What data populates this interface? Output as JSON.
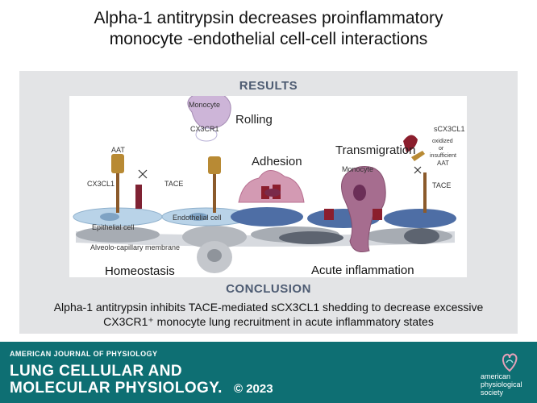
{
  "title": {
    "line1": "Alpha-1 antitrypsin decreases proinflammatory",
    "line2": "monocyte -endothelial cell-cell interactions"
  },
  "results_label": "RESULTS",
  "figure": {
    "monocyte_top": "Monocyte",
    "cx3cr1": "CX3CR1",
    "rolling": "Rolling",
    "aat": "AAT",
    "cx3cl1": "CX3CL1",
    "tace": "TACE",
    "adhesion": "Adhesion",
    "transmigration": "Transmigration",
    "scx3cl1": "sCX3CL1",
    "oxidized": "oxidized",
    "or": "or",
    "insufficient": "insufficient",
    "aat2": "AAT",
    "monocyte_mid": "Monocyte",
    "tace2": "TACE",
    "epithelial": "Epithelial cell",
    "endothelial": "Endothelial cell",
    "membrane": "Alveolo-capillary membrane"
  },
  "captions": {
    "homeostasis": "Homeostasis",
    "acute": "Acute inflammation"
  },
  "conclusion_label": "CONCLUSION",
  "conclusion": {
    "line1": "Alpha-1 antitrypsin inhibits TACE-mediated sCX3CL1 shedding  to decrease excessive",
    "line2": "CX3CR1⁺ monocyte lung recruitment in acute inflammatory states"
  },
  "footer": {
    "journal_small": "AMERICAN JOURNAL OF PHYSIOLOGY",
    "journal_line1": "LUNG CELLULAR AND",
    "journal_line2": "MOLECULAR PHYSIOLOGY.",
    "copyright": "© 2023",
    "society1": "american",
    "society2": "physiological",
    "society3": "society"
  },
  "colors": {
    "background": "#ffffff",
    "panel": "#e3e4e6",
    "heading": "#4d5b72",
    "footer": "#0e6f73",
    "endothelial_blue": "#4e6ea5",
    "epithelial_gray": "#a7acb3",
    "monocyte_purple": "#a66d8f",
    "aat_gold": "#b88a34",
    "receptor_darkred": "#8b1e2d"
  }
}
